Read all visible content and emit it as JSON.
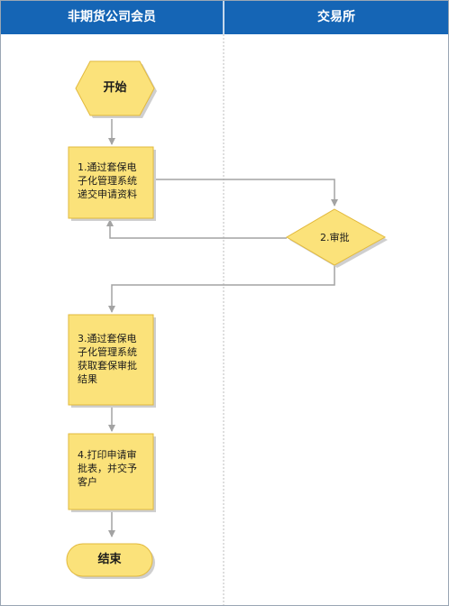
{
  "lanes": [
    {
      "title": "非期货公司会员"
    },
    {
      "title": "交易所"
    }
  ],
  "nodes": {
    "start": {
      "label": "开始"
    },
    "step1": {
      "label": "1.通过套保电\n子化管理系统\n递交申请资料"
    },
    "step2": {
      "label": "2.审批"
    },
    "step3": {
      "label": "3.通过套保电\n子化管理系统\n获取套保审批\n结果"
    },
    "step4": {
      "label": "4.打印申请审\n批表，并交予\n客户"
    },
    "end": {
      "label": "结束"
    }
  },
  "colors": {
    "header": "#1565b5",
    "shape_fill": "#fbe27a",
    "shape_border": "#e2b93c",
    "shadow": "#cfcfcf",
    "connector": "#a3a3a3",
    "divider": "#bdbdbd"
  }
}
